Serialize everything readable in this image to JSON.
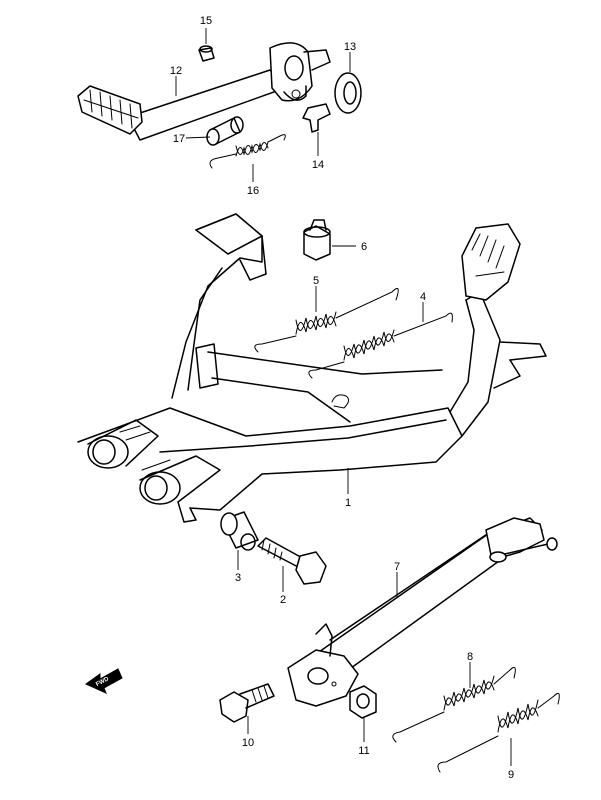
{
  "diagram": {
    "callouts": [
      {
        "id": "c1",
        "label": "1"
      },
      {
        "id": "c2",
        "label": "2"
      },
      {
        "id": "c3",
        "label": "3"
      },
      {
        "id": "c4",
        "label": "4"
      },
      {
        "id": "c5",
        "label": "5"
      },
      {
        "id": "c6",
        "label": "6"
      },
      {
        "id": "c7",
        "label": "7"
      },
      {
        "id": "c8",
        "label": "8"
      },
      {
        "id": "c9",
        "label": "9"
      },
      {
        "id": "c10",
        "label": "10"
      },
      {
        "id": "c11",
        "label": "11"
      },
      {
        "id": "c12",
        "label": "12"
      },
      {
        "id": "c13",
        "label": "13"
      },
      {
        "id": "c14",
        "label": "14"
      },
      {
        "id": "c15",
        "label": "15"
      },
      {
        "id": "c16",
        "label": "16"
      },
      {
        "id": "c17",
        "label": "17"
      }
    ],
    "forward_arrow": {
      "label": "FWD",
      "icon": "forward-arrow-icon"
    }
  }
}
